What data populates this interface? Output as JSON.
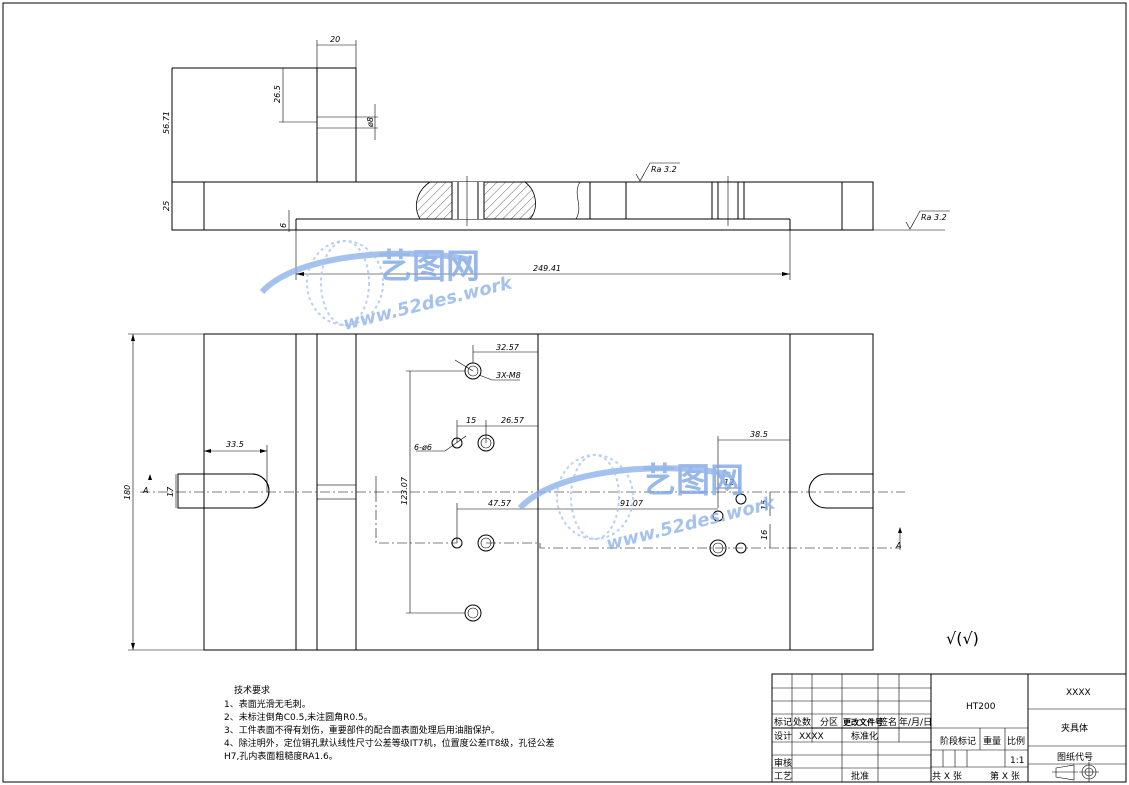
{
  "top_view_dims": {
    "d20": "20",
    "d26_5": "26.5",
    "d56_71": "56.71",
    "phi8": "ø8",
    "d25": "25",
    "d6": "6",
    "d249_41": "249.41",
    "ra_top": "Ra 3.2",
    "ra_right": "Ra 3.2"
  },
  "plan_view_dims": {
    "d32_57": "32.57",
    "m8": "3X-M8",
    "d15": "15",
    "d26_57": "26.57",
    "phi6": "6-ø6",
    "d33_5": "33.5",
    "d180": "180",
    "d17": "17",
    "d123_07": "123.07",
    "d47_57": "47.57",
    "d91_07": "91.07",
    "d38_5": "38.5",
    "d12": "12",
    "d15b": "15",
    "d16": "16",
    "sec_a": "A",
    "sec_b": "A"
  },
  "surface_symbol": "√(√)",
  "tech_req": {
    "title": "技术要求",
    "lines": [
      "1、表面光滑无毛刺。",
      "2、未标注倒角C0.5,未注圆角R0.5。",
      "3、工件表面不得有划伤，重要部件的配合面表面处理后用油脂保护。",
      "4、除注明外，定位销孔默认线性尺寸公差等级IT7机，位置度公差IT8级，孔径公差",
      "H7,孔内表面粗糙度RA1.6。"
    ]
  },
  "title_block": {
    "material": "HT200",
    "company": "XXXX",
    "part_name": "夹具体",
    "drawing_no_label": "图纸代号",
    "mark": "标记",
    "count": "处数",
    "zone": "分区",
    "change_doc": "更改文件号",
    "sign": "签名",
    "date": "年/月/日",
    "design": "设计",
    "designer": "XXXX",
    "standard": "标准化",
    "review": "审核",
    "craft": "工艺",
    "approve": "批准",
    "stage": "阶段标记",
    "weight": "重量",
    "scale_label": "比例",
    "scale": "1:1",
    "sheets_total": "共  X  张",
    "sheet_no": "第  X  张"
  },
  "watermark": {
    "brand": "艺图网",
    "url": "www.52des.work"
  }
}
